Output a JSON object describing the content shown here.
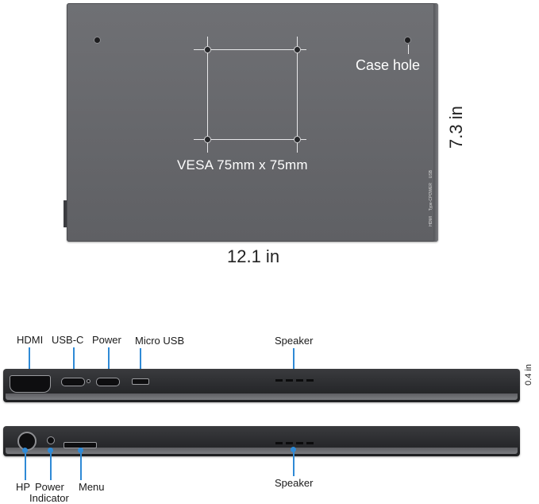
{
  "back_view": {
    "case_hole_label": "Case hole",
    "vesa_label": "VESA 75mm x 75mm",
    "tiny_labels": [
      "HDMI",
      "Type-C",
      "POWER",
      "USB"
    ]
  },
  "dimensions": {
    "width": "12.1 in",
    "height": "7.3 in",
    "thickness": "0.4 in"
  },
  "side_view_1": {
    "labels": {
      "hdmi": "HDMI",
      "usbc": "USB-C",
      "power": "Power",
      "micro_usb": "Micro USB",
      "speaker": "Speaker"
    }
  },
  "side_view_2": {
    "labels": {
      "hp": "HP",
      "power_indicator_line1": "Power",
      "power_indicator_line2": "Indicator",
      "menu": "Menu",
      "speaker": "Speaker"
    }
  },
  "accent_color": "#2f8ad6"
}
